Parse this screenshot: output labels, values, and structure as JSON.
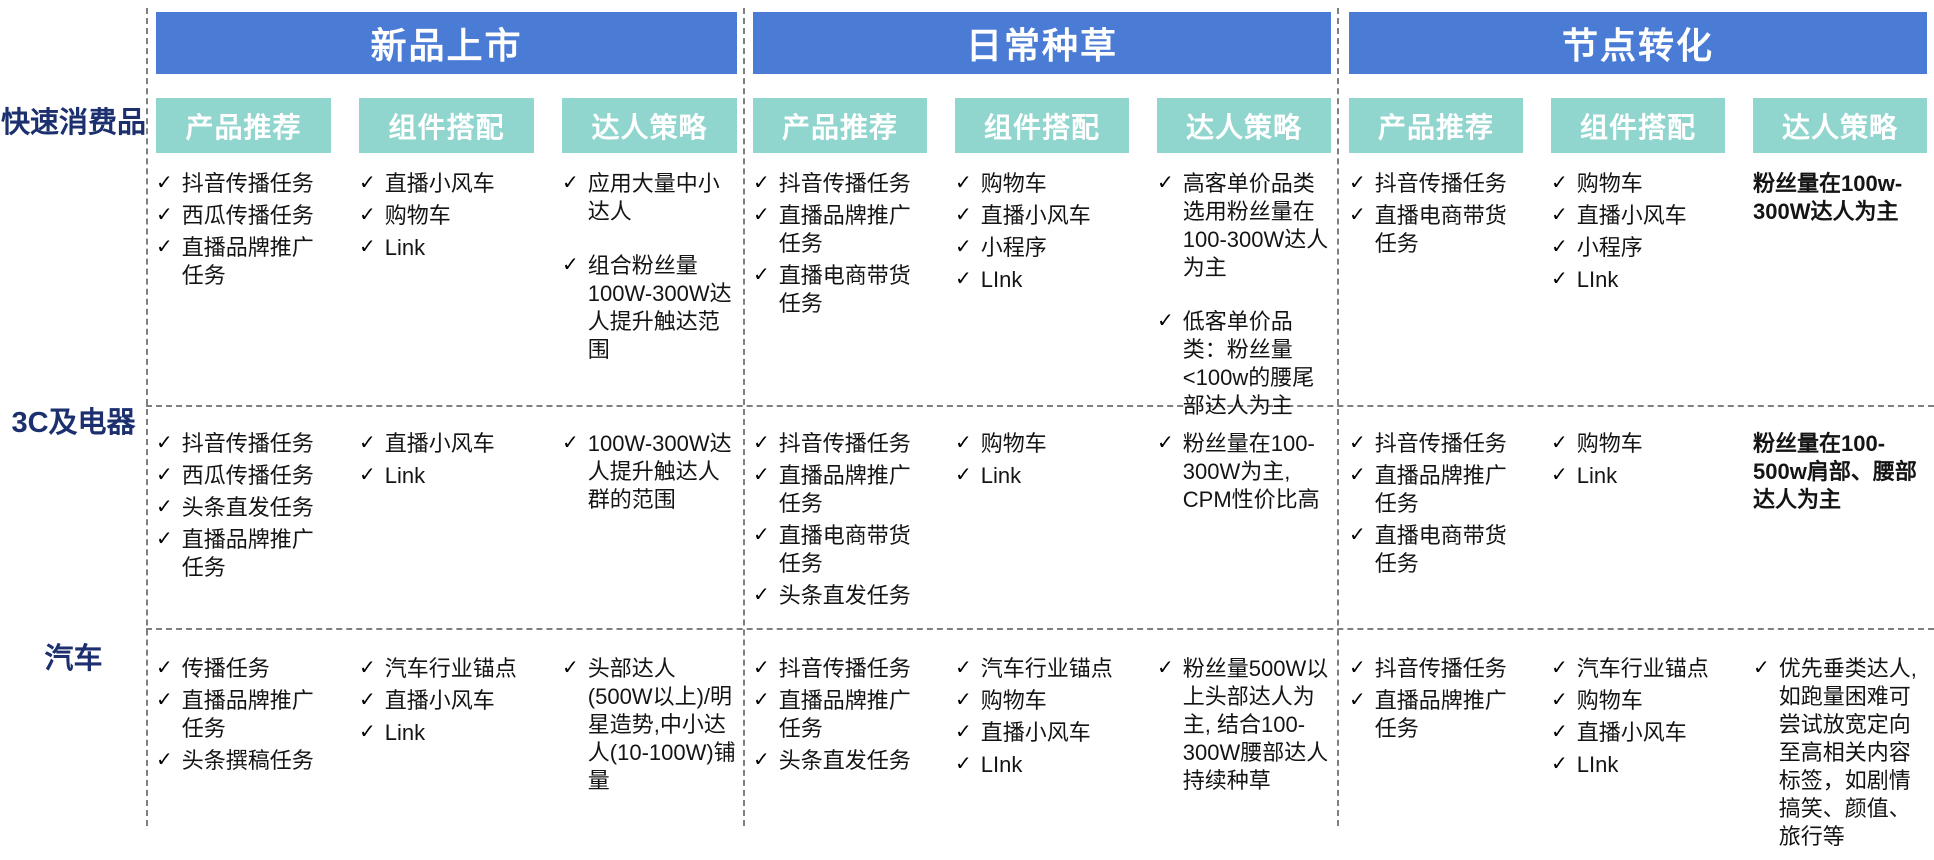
{
  "palette": {
    "header_blue": "#4a7cd5",
    "subheader_teal": "#90d5ce",
    "row_label_navy": "#1c2f6e",
    "body_text": "#141414",
    "divider_gray": "#7f7f7f"
  },
  "check_glyph": "✓",
  "row_labels": [
    {
      "label": "快速消费品"
    },
    {
      "label": "3C及电器"
    },
    {
      "label": "汽车"
    }
  ],
  "groups": [
    {
      "title": "新品上市",
      "columns": [
        "产品推荐",
        "组件搭配",
        "达人策略"
      ],
      "rows": [
        [
          {
            "items": [
              {
                "text": "抖音传播任务",
                "check": true
              },
              {
                "text": "西瓜传播任务",
                "check": true
              },
              {
                "text": "直播品牌推广任务",
                "check": true
              }
            ]
          },
          {
            "items": [
              {
                "text": "直播小风车",
                "check": true
              },
              {
                "text": "购物车",
                "check": true
              },
              {
                "text": "Link",
                "check": true
              }
            ]
          },
          {
            "spaced": true,
            "items": [
              {
                "text": "应用大量中小达人",
                "check": true
              },
              {
                "text": "组合粉丝量100W-300W达人提升触达范围",
                "check": true
              }
            ]
          }
        ],
        [
          {
            "items": [
              {
                "text": "抖音传播任务",
                "check": true
              },
              {
                "text": "西瓜传播任务",
                "check": true
              },
              {
                "text": "头条直发任务",
                "check": true
              },
              {
                "text": "直播品牌推广任务",
                "check": true
              }
            ]
          },
          {
            "items": [
              {
                "text": "直播小风车",
                "check": true
              },
              {
                "text": "Link",
                "check": true
              }
            ]
          },
          {
            "items": [
              {
                "text": "100W-300W达人提升触达人群的范围",
                "check": true
              }
            ]
          }
        ],
        [
          {
            "items": [
              {
                "text": "传播任务",
                "check": true
              },
              {
                "text": "直播品牌推广任务",
                "check": true
              },
              {
                "text": "头条撰稿任务",
                "check": true
              }
            ]
          },
          {
            "items": [
              {
                "text": "汽车行业锚点",
                "check": true
              },
              {
                "text": "直播小风车",
                "check": true
              },
              {
                "text": "Link",
                "check": true
              }
            ]
          },
          {
            "items": [
              {
                "text": "头部达人(500W以上)/明星造势,中小达人(10-100W)铺量",
                "check": true
              }
            ]
          }
        ]
      ]
    },
    {
      "title": "日常种草",
      "columns": [
        "产品推荐",
        "组件搭配",
        "达人策略"
      ],
      "rows": [
        [
          {
            "items": [
              {
                "text": "抖音传播任务",
                "check": true
              },
              {
                "text": "直播品牌推广任务",
                "check": true
              },
              {
                "text": "直播电商带货任务",
                "check": true
              }
            ]
          },
          {
            "items": [
              {
                "text": "购物车",
                "check": true
              },
              {
                "text": "直播小风车",
                "check": true
              },
              {
                "text": "小程序",
                "check": true
              },
              {
                "text": "LInk",
                "check": true
              }
            ]
          },
          {
            "spaced": true,
            "items": [
              {
                "text": "高客单价品类选用粉丝量在100-300W达人为主",
                "check": true
              },
              {
                "text": "低客单价品类：粉丝量<100w的腰尾部达人为主",
                "check": true
              }
            ]
          }
        ],
        [
          {
            "items": [
              {
                "text": "抖音传播任务",
                "check": true
              },
              {
                "text": "直播品牌推广任务",
                "check": true
              },
              {
                "text": "直播电商带货任务",
                "check": true
              },
              {
                "text": "头条直发任务",
                "check": true
              }
            ]
          },
          {
            "items": [
              {
                "text": "购物车",
                "check": true
              },
              {
                "text": "Link",
                "check": true
              }
            ]
          },
          {
            "items": [
              {
                "text": "粉丝量在100-300W为主, CPM性价比高",
                "check": true
              }
            ]
          }
        ],
        [
          {
            "items": [
              {
                "text": "抖音传播任务",
                "check": true
              },
              {
                "text": "直播品牌推广任务",
                "check": true
              },
              {
                "text": "头条直发任务",
                "check": true
              }
            ]
          },
          {
            "items": [
              {
                "text": "汽车行业锚点",
                "check": true
              },
              {
                "text": "购物车",
                "check": true
              },
              {
                "text": "直播小风车",
                "check": true
              },
              {
                "text": "LInk",
                "check": true
              }
            ]
          },
          {
            "items": [
              {
                "text": "粉丝量500W以上头部达人为主, 结合100-300W腰部达人持续种草",
                "check": true
              }
            ]
          }
        ]
      ]
    },
    {
      "title": "节点转化",
      "columns": [
        "产品推荐",
        "组件搭配",
        "达人策略"
      ],
      "rows": [
        [
          {
            "items": [
              {
                "text": "抖音传播任务",
                "check": true
              },
              {
                "text": "直播电商带货任务",
                "check": true
              }
            ]
          },
          {
            "items": [
              {
                "text": "购物车",
                "check": true
              },
              {
                "text": "直播小风车",
                "check": true
              },
              {
                "text": "小程序",
                "check": true
              },
              {
                "text": "LInk",
                "check": true
              }
            ]
          },
          {
            "bold": true,
            "items": [
              {
                "text": "粉丝量在100w-300W达人为主",
                "check": false
              }
            ]
          }
        ],
        [
          {
            "items": [
              {
                "text": "抖音传播任务",
                "check": true
              },
              {
                "text": "直播品牌推广任务",
                "check": true
              },
              {
                "text": "直播电商带货任务",
                "check": true
              }
            ]
          },
          {
            "items": [
              {
                "text": "购物车",
                "check": true
              },
              {
                "text": "Link",
                "check": true
              }
            ]
          },
          {
            "bold": true,
            "items": [
              {
                "text": "粉丝量在100-500w肩部、腰部达人为主",
                "check": false
              }
            ]
          }
        ],
        [
          {
            "items": [
              {
                "text": "抖音传播任务",
                "check": true
              },
              {
                "text": "直播品牌推广任务",
                "check": true
              }
            ]
          },
          {
            "items": [
              {
                "text": "汽车行业锚点",
                "check": true
              },
              {
                "text": "购物车",
                "check": true
              },
              {
                "text": "直播小风车",
                "check": true
              },
              {
                "text": "LInk",
                "check": true
              }
            ]
          },
          {
            "items": [
              {
                "text": "优先垂类达人,如跑量困难可尝试放宽定向至高相关内容标签，如剧情搞笑、颜值、旅行等",
                "check": true
              }
            ]
          }
        ]
      ]
    }
  ]
}
